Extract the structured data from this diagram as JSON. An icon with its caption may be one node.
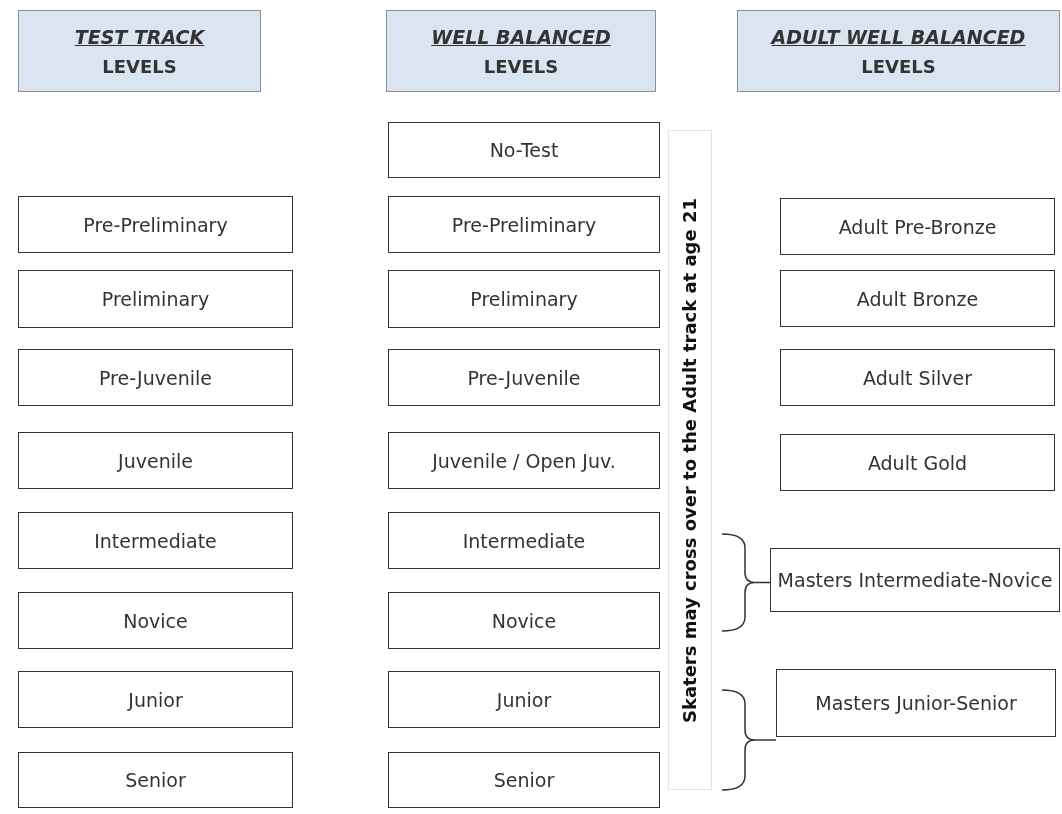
{
  "diagram": {
    "nodes": [
      {
        "text": [
          "TEST TRACK",
          "LEVELS"
        ]
      },
      {
        "text": [
          "WELL BALANCED",
          "LEVELS"
        ]
      },
      {
        "text": [
          "ADULT WELL BALANCED",
          "LEVELS"
        ]
      },
      {
        "text": [
          "Pre-Preliminary"
        ]
      },
      {
        "text": [
          "Preliminary"
        ]
      },
      {
        "text": [
          "Pre-Juvenile"
        ]
      },
      {
        "text": [
          "Juvenile"
        ]
      },
      {
        "text": [
          "Intermediate"
        ]
      },
      {
        "text": [
          "Novice"
        ]
      },
      {
        "text": [
          "Junior"
        ]
      },
      {
        "text": [
          "Senior"
        ]
      },
      {
        "text": [
          "No-Test"
        ]
      },
      {
        "text": [
          "Pre-Preliminary"
        ]
      },
      {
        "text": [
          "Preliminary"
        ]
      },
      {
        "text": [
          "Pre-Juvenile"
        ]
      },
      {
        "text": [
          "Juvenile / Open Juv."
        ]
      },
      {
        "text": [
          "Intermediate"
        ]
      },
      {
        "text": [
          "Novice"
        ]
      },
      {
        "text": [
          "Junior"
        ]
      },
      {
        "text": [
          "Senior"
        ]
      },
      {
        "text": [
          "Adult Pre-Bronze"
        ]
      },
      {
        "text": [
          "Adult Bronze"
        ]
      },
      {
        "text": [
          "Adult Silver"
        ]
      },
      {
        "text": [
          "Adult Gold"
        ]
      },
      {
        "text": [
          "Masters Intermediate-Novice"
        ]
      },
      {
        "text": [
          "Masters Junior-Senior"
        ]
      }
    ],
    "edges": [],
    "labels": [
      "Skaters may cross over to the Adult track at age 21"
    ]
  }
}
